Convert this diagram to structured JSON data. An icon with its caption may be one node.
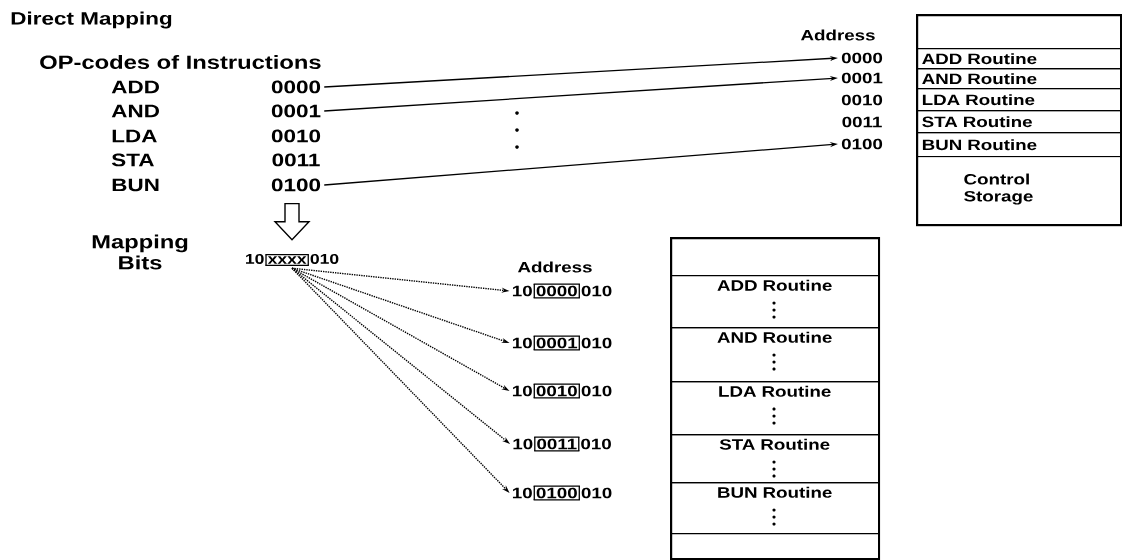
{
  "diagram": {
    "title": "Direct Mapping",
    "nodes": [
      {
        "text": [
          "0000"
        ]
      },
      {
        "text": [
          "0001"
        ]
      },
      {
        "text": [
          "0010"
        ]
      },
      {
        "text": [
          "0011"
        ]
      },
      {
        "text": [
          "0100"
        ]
      },
      {
        "text": [
          "0000"
        ]
      },
      {
        "text": [
          "0001"
        ]
      },
      {
        "text": [
          "0010"
        ]
      },
      {
        "text": [
          "0011"
        ]
      },
      {
        "text": [
          "0100"
        ]
      },
      {
        "text": [
          "Control Storage"
        ]
      },
      {
        "text": [
          "ADD Routine"
        ],
        "in": 10
      },
      {
        "text": [
          "AND Routine"
        ],
        "in": 10
      },
      {
        "text": [
          "LDA Routine"
        ],
        "in": 10
      },
      {
        "text": [
          "STA Routine"
        ],
        "in": 10
      },
      {
        "text": [
          "BUN Routine"
        ],
        "in": 10
      },
      {
        "text": [
          "10",
          "xxxx",
          "010"
        ]
      },
      {
        "text": [
          "10",
          "0000",
          "010"
        ]
      },
      {
        "text": [
          "10",
          "0001",
          "010"
        ]
      },
      {
        "text": [
          "10",
          "0010",
          "010"
        ]
      },
      {
        "text": [
          "10",
          "0011",
          "010"
        ]
      },
      {
        "text": [
          "10",
          "0100",
          "010"
        ]
      },
      {
        "text": [],
        "shape": "box"
      },
      {
        "text": [
          "ADD Routine"
        ],
        "in": 22
      },
      {
        "text": [
          "AND Routine"
        ],
        "in": 22
      },
      {
        "text": [
          "LDA Routine"
        ],
        "in": 22
      },
      {
        "text": [
          "STA Routine"
        ],
        "in": 22
      },
      {
        "text": [
          "BUN Routine"
        ],
        "in": 22
      }
    ],
    "edges": [
      {
        "from": 0,
        "to": 5,
        "arrow": "to"
      },
      {
        "from": 1,
        "to": 6,
        "arrow": "to"
      },
      {
        "from": 4,
        "to": 9,
        "arrow": "to"
      },
      {
        "from": 4,
        "to": 16,
        "arrow": "to",
        "style": "thick"
      },
      {
        "from": 16,
        "to": 17,
        "arrow": "to",
        "style": "dashed"
      },
      {
        "from": 16,
        "to": 18,
        "arrow": "to",
        "style": "dashed"
      },
      {
        "from": 16,
        "to": 19,
        "arrow": "to",
        "style": "dashed"
      },
      {
        "from": 16,
        "to": 20,
        "arrow": "to",
        "style": "dashed"
      },
      {
        "from": 16,
        "to": 21,
        "arrow": "to",
        "style": "dashed"
      }
    ],
    "labels": [
      "Address",
      "OP-codes of Instructions",
      "ADD",
      "AND",
      "LDA",
      "STA",
      "BUN",
      "Mapping Bits",
      "Address"
    ]
  }
}
